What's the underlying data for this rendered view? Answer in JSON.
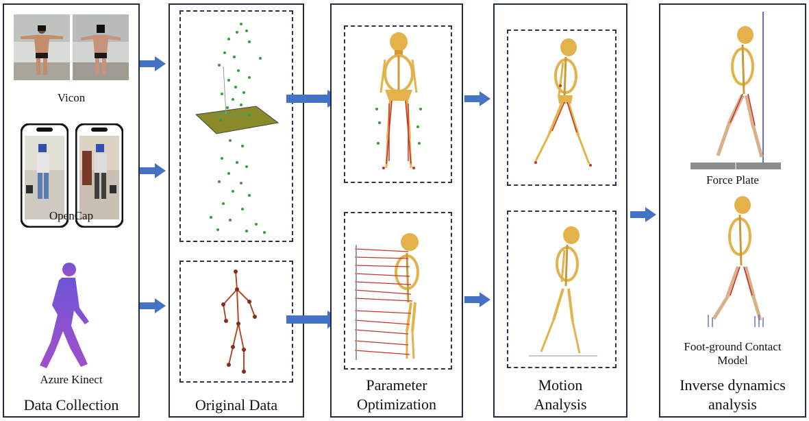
{
  "panels": {
    "data_collection": {
      "title": "Data Collection",
      "vicon_label": "Vicon",
      "opencap_label": "OpenCap",
      "kinect_label": "Azure Kinect"
    },
    "original_data": {
      "title": "Original Data"
    },
    "parameter_optimization": {
      "title_line1": "Parameter",
      "title_line2": "Optimization"
    },
    "motion_analysis": {
      "title_line1": "Motion",
      "title_line2": "Analysis"
    },
    "inverse_dynamics": {
      "title_line1": "Inverse dynamics",
      "title_line2": "analysis",
      "force_plate_label": "Force Plate",
      "contact_label_line1": "Foot-ground Contact",
      "contact_label_line2": "Model"
    }
  },
  "colors": {
    "panel_border": "#1f2a44",
    "arrow": "#4472c4",
    "bone": "#e3b24a",
    "muscle": "#c8322a",
    "marker": "#3a9a3a",
    "kinect_body": "#7b5bd6"
  }
}
